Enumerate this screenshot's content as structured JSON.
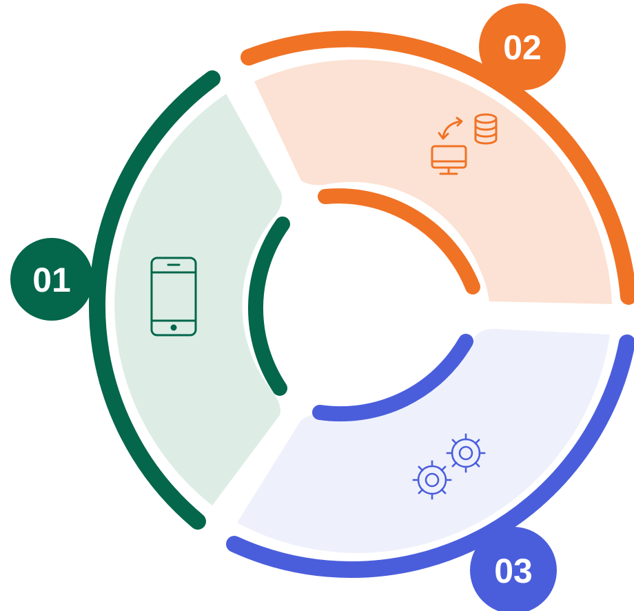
{
  "colors": {
    "background": "#ffffff",
    "segment_1": {
      "accent": "#04664A",
      "fill": "#DDEDE6"
    },
    "segment_2": {
      "accent": "#F07225",
      "fill": "#FCE2D4"
    },
    "segment_3": {
      "accent": "#4A5EDC",
      "fill": "#EEF1FC"
    }
  },
  "segments": [
    {
      "number": "01",
      "icon": "smartphone-icon"
    },
    {
      "number": "02",
      "icon": "desktop-database-sync-icon"
    },
    {
      "number": "03",
      "icon": "gears-icon"
    }
  ]
}
